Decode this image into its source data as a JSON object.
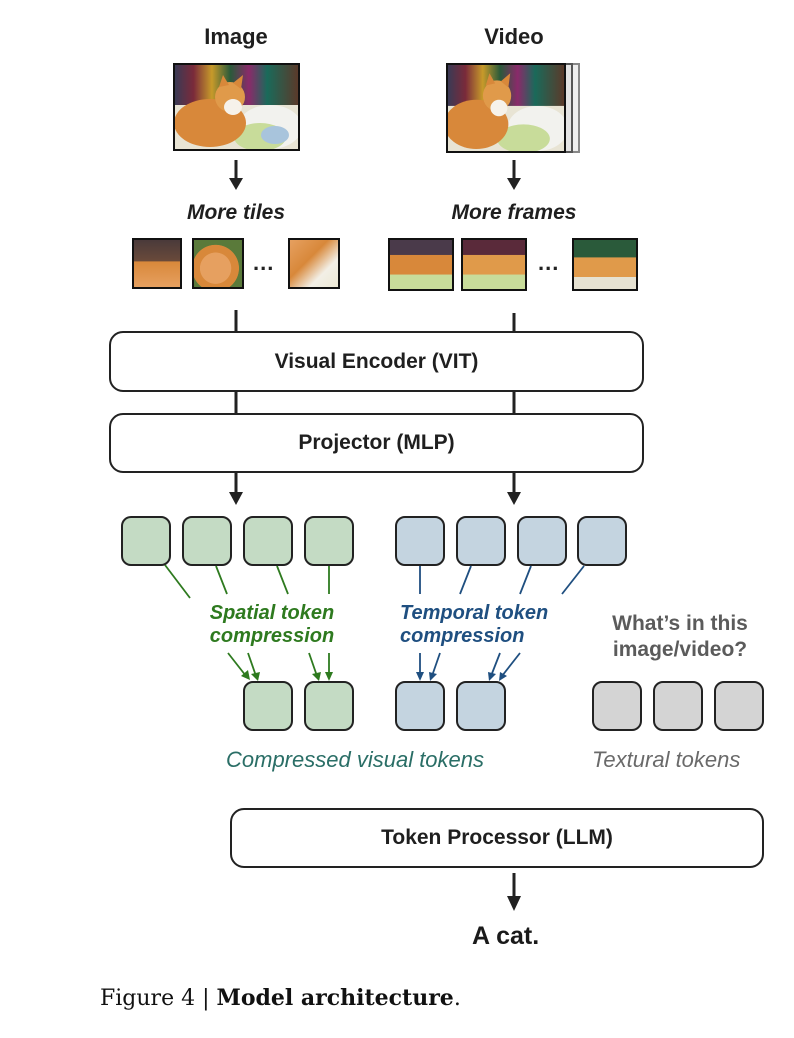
{
  "inputs": {
    "image_title": "Image",
    "video_title": "Video",
    "image_branch_label": "More tiles",
    "video_branch_label": "More frames",
    "ellipsis": "..."
  },
  "modules": {
    "encoder": "Visual Encoder (VIT)",
    "projector": "Projector (MLP)",
    "llm": "Token Processor (LLM)"
  },
  "compression": {
    "spatial_line1": "Spatial token",
    "spatial_line2": "compression",
    "temporal_line1": "Temporal token",
    "temporal_line2": "compression"
  },
  "query": {
    "line1": "What’s in this",
    "line2": "image/video?"
  },
  "captions": {
    "compressed_visual": "Compressed visual tokens",
    "textural": "Textural tokens"
  },
  "output": "A cat.",
  "figure": {
    "prefix": "Figure 4 | ",
    "title": "Model architecture",
    "suffix": "."
  },
  "colors": {
    "spatial": "#2e7a1f",
    "temporal": "#1f4f80",
    "spatial_token_fill": "#c4dbc4",
    "temporal_token_fill": "#c4d4e0",
    "text_token_fill": "#d4d4d4"
  }
}
